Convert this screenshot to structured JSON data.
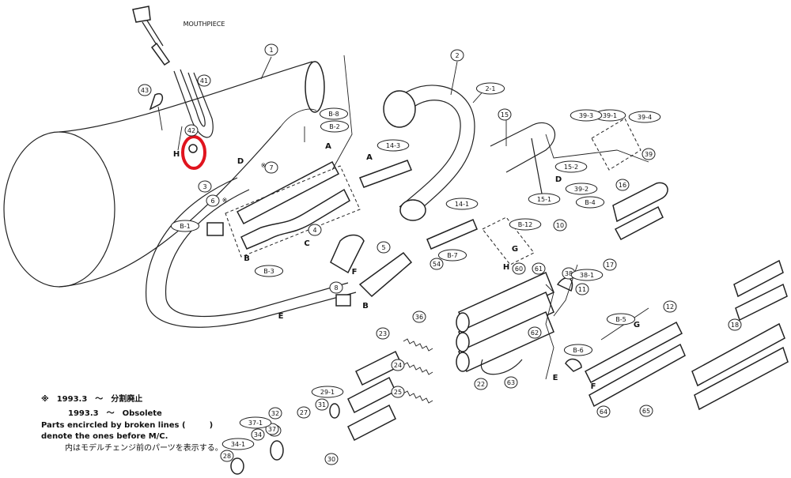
{
  "mouthpiece_label": "MOUTHPIECE",
  "highlight_color": "#e0141e",
  "parts": [
    "1",
    "2",
    "2-1",
    "3",
    "4",
    "5",
    "6",
    "7",
    "8",
    "10",
    "11",
    "12",
    "14-1",
    "14-3",
    "15",
    "15-1",
    "15-2",
    "16",
    "17",
    "18",
    "22",
    "23",
    "24",
    "25",
    "27",
    "28",
    "29-1",
    "30",
    "31",
    "32",
    "33",
    "34",
    "34-1",
    "36",
    "37",
    "37-1",
    "38",
    "38-1",
    "39",
    "39-1",
    "39-2",
    "39-3",
    "39-4",
    "41",
    "42",
    "43",
    "54",
    "60",
    "61",
    "62",
    "63",
    "64",
    "65",
    "B-1",
    "B-2",
    "B-3",
    "B-4",
    "B-5",
    "B-6",
    "B-7",
    "B-8",
    "B-12"
  ],
  "connection_letters": [
    "A",
    "B",
    "C",
    "D",
    "E",
    "F",
    "G",
    "H"
  ],
  "mark_symbol": "※",
  "notes": {
    "line1_jp": "※　1993.3　〜　分割廃止",
    "line2_en": "1993.3　〜　Obsolete",
    "line3": "Parts encircled by broken lines (　　　)",
    "line4": "denote the ones before M/C.",
    "line5_jp": "　　　内はモデルチェンジ前のパーツを表示する。"
  }
}
